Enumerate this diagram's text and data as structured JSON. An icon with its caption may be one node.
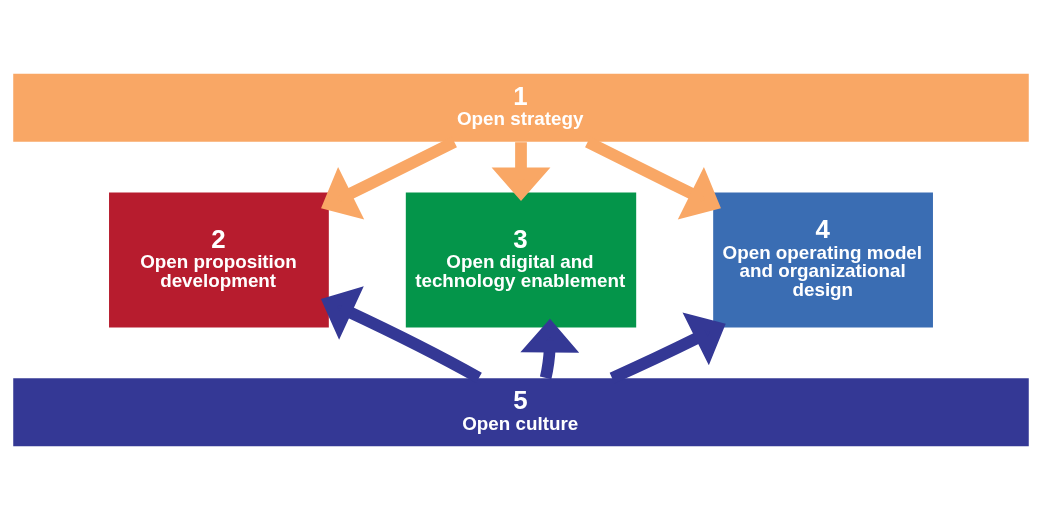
{
  "diagram": {
    "nodes": [
      {
        "text": [
          "1",
          "Open strategy"
        ]
      },
      {
        "text": [
          "2",
          "Open proposition development"
        ]
      },
      {
        "text": [
          "3",
          "Open digital and technology enablement"
        ]
      },
      {
        "text": [
          "4",
          "Open operating model and organizational design"
        ]
      },
      {
        "text": [
          "5",
          "Open culture"
        ]
      }
    ],
    "edges": [
      {
        "from": 0,
        "to": 1,
        "arrow": "to",
        "color": "#f9a765"
      },
      {
        "from": 0,
        "to": 2,
        "arrow": "to",
        "color": "#f9a765"
      },
      {
        "from": 0,
        "to": 3,
        "arrow": "to",
        "color": "#f9a765"
      },
      {
        "from": 4,
        "to": 1,
        "arrow": "to",
        "color": "#343895"
      },
      {
        "from": 4,
        "to": 2,
        "arrow": "to",
        "color": "#343895"
      },
      {
        "from": 4,
        "to": 3,
        "arrow": "to",
        "color": "#343895"
      }
    ]
  }
}
